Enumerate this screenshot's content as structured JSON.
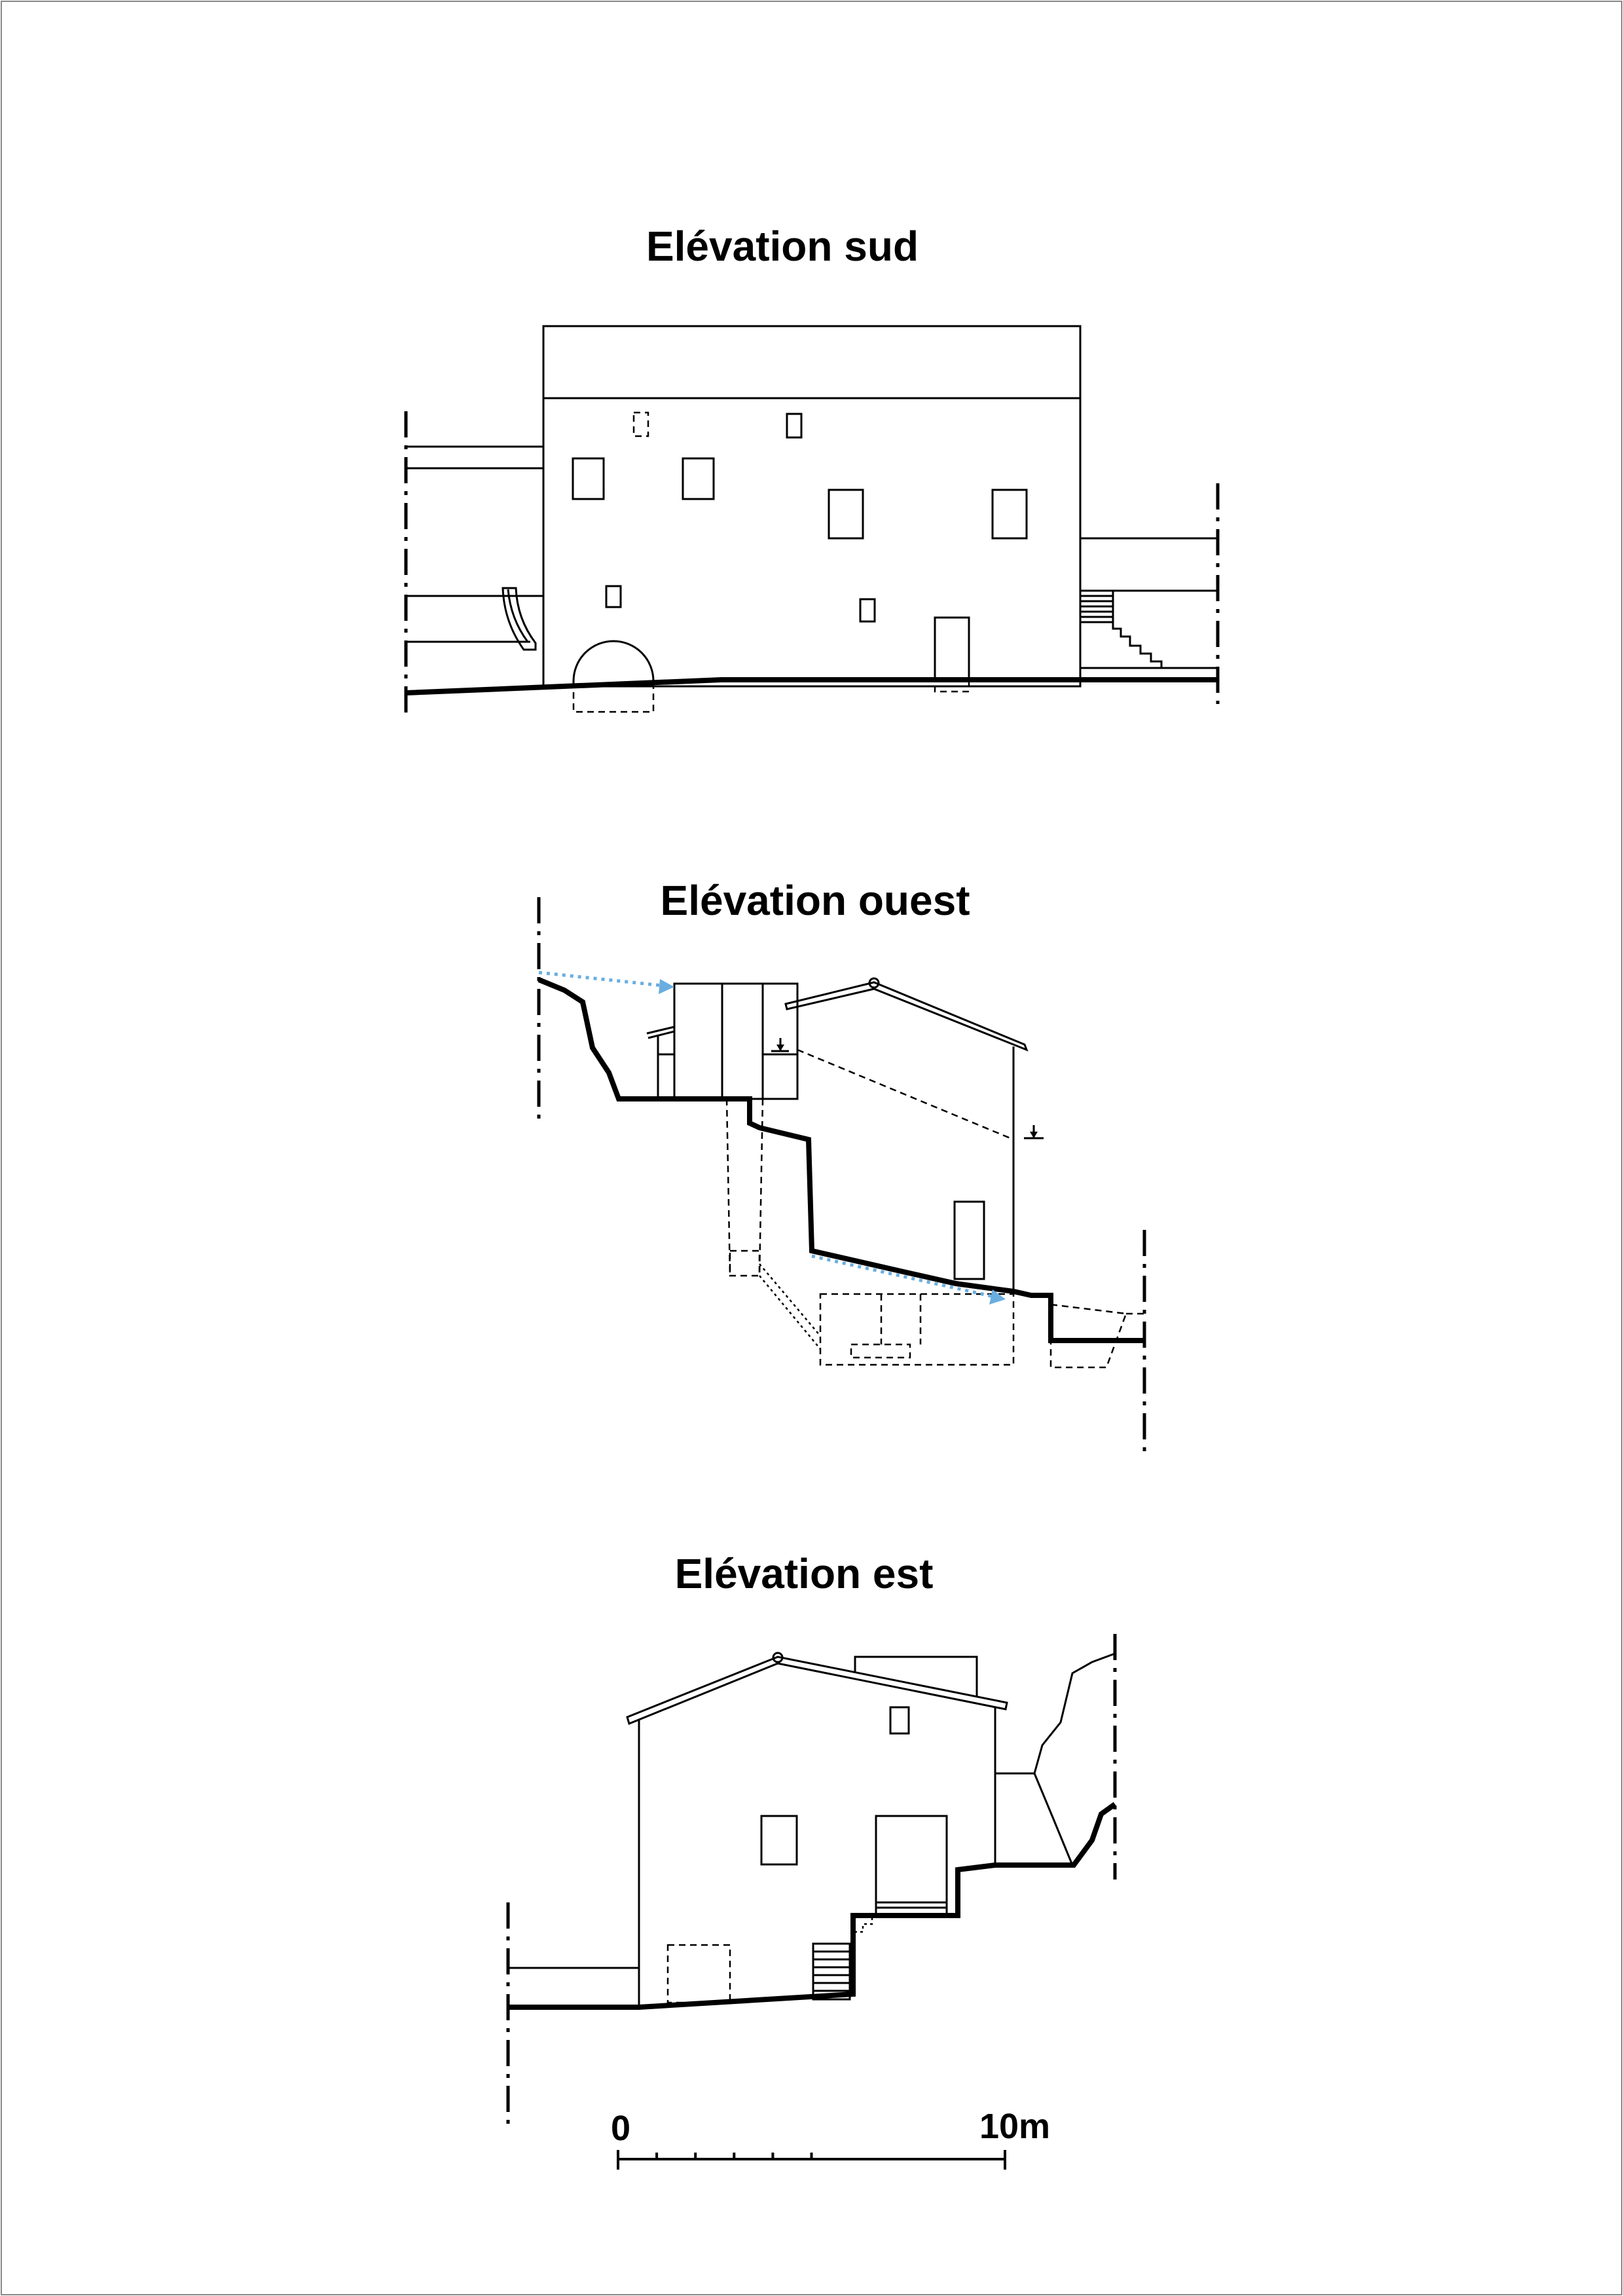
{
  "sheet": {
    "titles": {
      "south": "Elévation sud",
      "west": "Elévation ouest",
      "east": "Elévation est"
    },
    "scale_bar": {
      "start_label": "0",
      "end_label": "10m",
      "subdivisions": 5
    },
    "colors": {
      "line": "#000000",
      "flow_arrow": "#6aaee0",
      "frame": "#888888"
    }
  }
}
